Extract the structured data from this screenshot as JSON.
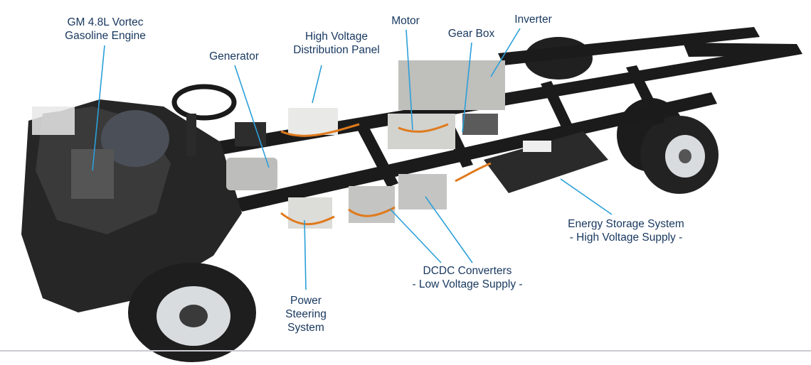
{
  "labels": {
    "engine": [
      "GM 4.8L Vortec",
      "Gasoline Engine"
    ],
    "generator": [
      "Generator"
    ],
    "hv_panel": [
      "High Voltage",
      "Distribution Panel"
    ],
    "motor": [
      "Motor"
    ],
    "gearbox": [
      "Gear Box"
    ],
    "inverter": [
      "Inverter"
    ],
    "energy_storage": [
      "Energy Storage System",
      "- High Voltage Supply -"
    ],
    "dcdc": [
      "DCDC Converters",
      "- Low Voltage Supply -"
    ],
    "power_steering": [
      "Power",
      "Steering",
      "System"
    ]
  },
  "colors": {
    "label_text": "#17375e",
    "leader_line": "#2b9fd9",
    "frame": "#1b1b1b",
    "tire": "#202020",
    "rim": "#d9dcdf",
    "silver_box": "#c8c8c6",
    "battery": "#2a2a2a",
    "orange_cable": "#e07a1c",
    "rule": "#c9cbd0"
  }
}
